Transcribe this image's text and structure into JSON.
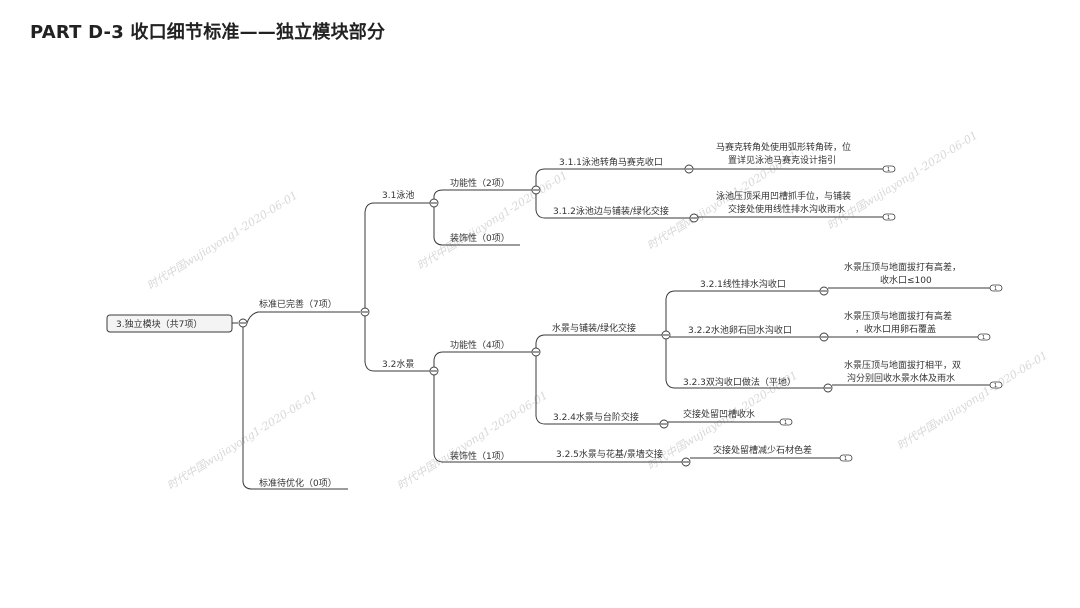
{
  "title": "PART D-3 收口细节标准——独立模块部分",
  "root": "3.独立模块（共7项）",
  "branch_complete": "标准已完善（7项）",
  "branch_pending": "标准待优化（0项）",
  "pool": {
    "label": "3.1泳池",
    "functional": "功能性（2项）",
    "decorative": "装饰性（0项）",
    "items": [
      {
        "label": "3.1.1泳池转角马赛克收口",
        "note1": "马赛克转角处使用弧形转角砖，位",
        "note2": "置详见泳池马赛克设计指引"
      },
      {
        "label": "3.1.2泳池边与铺装/绿化交接",
        "note1": "泳池压顶采用凹槽抓手位，与铺装",
        "note2": "交接处使用线性排水沟收雨水"
      }
    ]
  },
  "water": {
    "label": "3.2水景",
    "functional": "功能性（4项）",
    "decorative": "装饰性（1项）",
    "sub": "水景与铺装/绿化交接",
    "subitems": [
      {
        "label": "3.2.1线性排水沟收口",
        "note1": "水景压顶与地面拔打有高差，",
        "note2": "收水口≤100"
      },
      {
        "label": "3.2.2水池卵石回水沟收口",
        "note1": "水景压顶与地面拔打有高差",
        "note2": "，收水口用卵石覆盖"
      },
      {
        "label": "3.2.3双沟收口做法（平地）",
        "note1": "水景压顶与地面拔打相平，双",
        "note2": "沟分别回收水景水体及雨水"
      }
    ],
    "item24": {
      "label": "3.2.4水景与台阶交接",
      "note": "交接处留凹槽收水"
    },
    "item25": {
      "label": "3.2.5水景与花基/景墙交接",
      "note": "交接处留槽减少石材色差"
    }
  },
  "badge_text": "1",
  "watermark": "时代中国wujiayong1-2020-06-01"
}
